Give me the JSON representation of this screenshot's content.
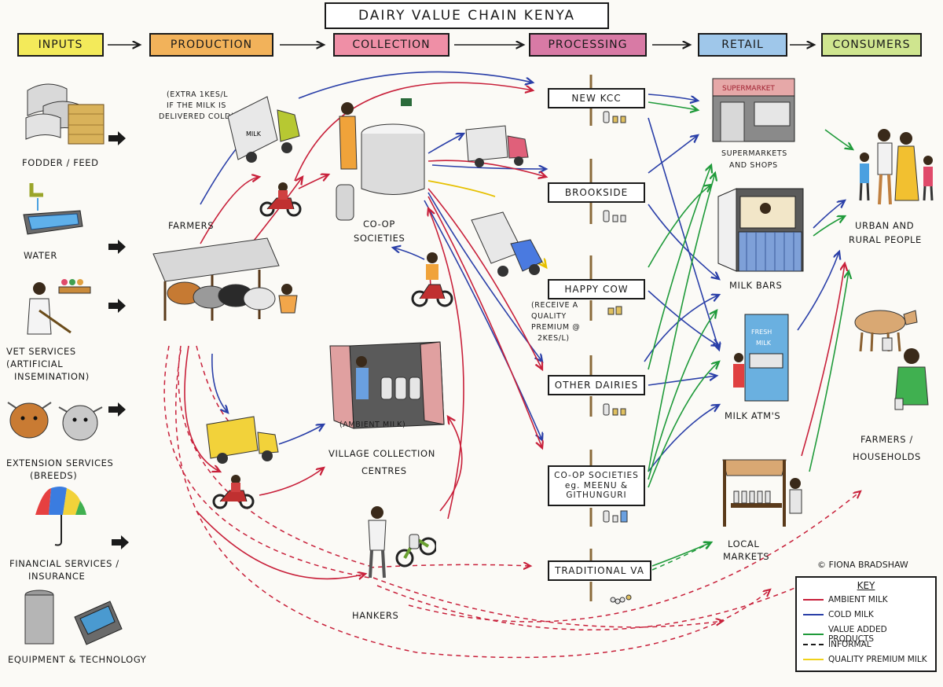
{
  "title": "DAIRY VALUE CHAIN KENYA",
  "stages": [
    {
      "label": "INPUTS",
      "color": "#f3ea5a"
    },
    {
      "label": "PRODUCTION",
      "color": "#f2b25a"
    },
    {
      "label": "COLLECTION",
      "color": "#ef8fa6"
    },
    {
      "label": "PROCESSING",
      "color": "#d87aa5"
    },
    {
      "label": "RETAIL",
      "color": "#9fc7ea"
    },
    {
      "label": "CONSUMERS",
      "color": "#cfe58f"
    }
  ],
  "inputs": {
    "fodder": "FODDER / FEED",
    "water": "WATER",
    "vet": "VET SERVICES",
    "vet_sub1": "(ARTIFICIAL",
    "vet_sub2": "INSEMINATION)",
    "extension": "EXTENSION SERVICES",
    "extension_sub": "(BREEDS)",
    "financial": "FINANCIAL SERVICES /",
    "financial_sub": "INSURANCE",
    "equipment": "EQUIPMENT & TECHNOLOGY"
  },
  "production": {
    "note_line1": "(EXTRA 1KES/L",
    "note_line2": "IF THE MILK IS",
    "note_line3": "DELIVERED COLD)",
    "farmers": "FARMERS",
    "truck_label": "MILK"
  },
  "collection": {
    "coop_line1": "CO-OP",
    "coop_line2": "SOCIETIES",
    "ambient": "(AMBIENT MILK)",
    "village_line1": "VILLAGE COLLECTION",
    "village_line2": "CENTRES",
    "hankers": "HANKERS"
  },
  "processing": {
    "new_kcc": "NEW KCC",
    "brookside": "BROOKSIDE",
    "happy_cow": "HAPPY COW",
    "happy_note1": "(RECEIVE A",
    "happy_note2": "QUALITY",
    "happy_note3": "PREMIUM @",
    "happy_note4": "2KES/L)",
    "other": "OTHER DAIRIES",
    "coop_line1": "CO-OP SOCIETIES",
    "coop_line2": "eg. MEENU &",
    "coop_line3": "GITHUNGURI",
    "traditional": "TRADITIONAL VA"
  },
  "retail": {
    "supermarket_sign": "SUPERMARKET",
    "supermarkets_line1": "SUPERMARKETS",
    "supermarkets_line2": "AND SHOPS",
    "milk_bars": "MILK BARS",
    "atm_sign1": "FRESH",
    "atm_sign2": "MILK",
    "milk_atms": "MILK ATM'S",
    "local_line1": "LOCAL",
    "local_line2": "MARKETS"
  },
  "consumers": {
    "urban_line1": "URBAN AND",
    "urban_line2": "RURAL PEOPLE",
    "farmers_line1": "FARMERS /",
    "farmers_line2": "HOUSEHOLDS"
  },
  "credit": "© FIONA BRADSHAW",
  "key": {
    "title": "KEY",
    "items": [
      {
        "label": "AMBIENT MILK",
        "color": "#c8203a",
        "dashed": false
      },
      {
        "label": "COLD MILK",
        "color": "#2a3fa8",
        "dashed": false
      },
      {
        "label": "VALUE ADDED PRODUCTS",
        "color": "#1f9a3a",
        "dashed": false
      },
      {
        "label": "INFORMAL",
        "color": "#1a1a1a",
        "dashed": true
      },
      {
        "label": "QUALITY PREMIUM MILK",
        "color": "#f0d21a",
        "dashed": false
      }
    ]
  }
}
